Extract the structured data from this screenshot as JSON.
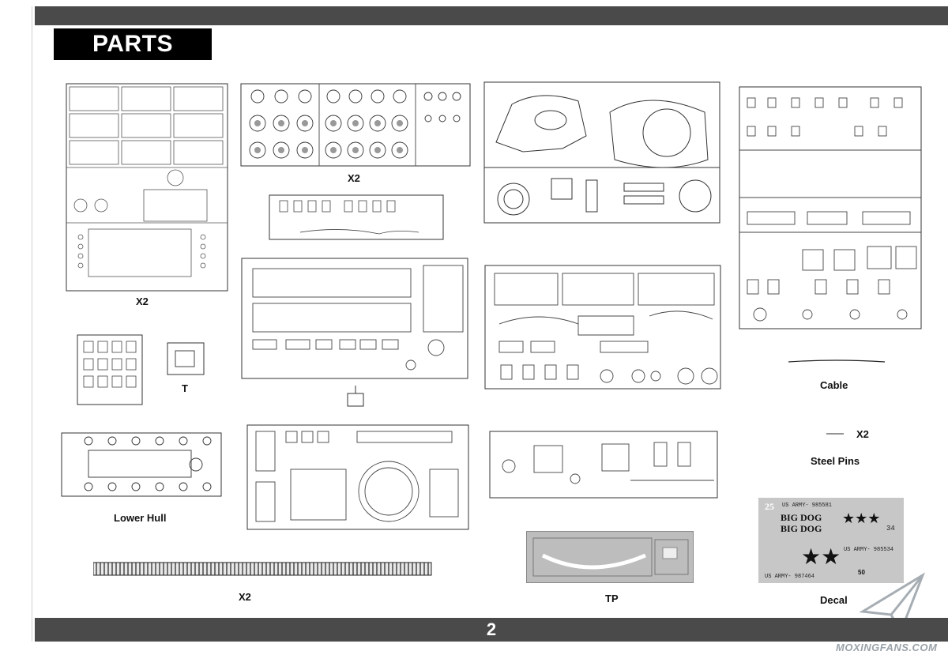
{
  "header": {
    "title": "PARTS"
  },
  "labels": {
    "a_x2": "X2",
    "wheels_x2": "X2",
    "t": "T",
    "cable": "Cable",
    "pins_x2": "X2",
    "steel_pins": "Steel Pins",
    "lower_hull": "Lower Hull",
    "tracks_x2": "X2",
    "tp": "TP",
    "decal": "Decal"
  },
  "decals": {
    "big_dog_1": "BIG DOG",
    "big_dog_2": "BIG DOG",
    "serial_1": "US ARMY- 985581",
    "serial_2": "US ARMY- 985534",
    "serial_3": "US ARMY- 987464",
    "num_25": "25",
    "num_34": "34",
    "num_50": "50"
  },
  "footer": {
    "page_number": "2"
  },
  "watermark": {
    "text": "MOXINGFANS.COM"
  }
}
